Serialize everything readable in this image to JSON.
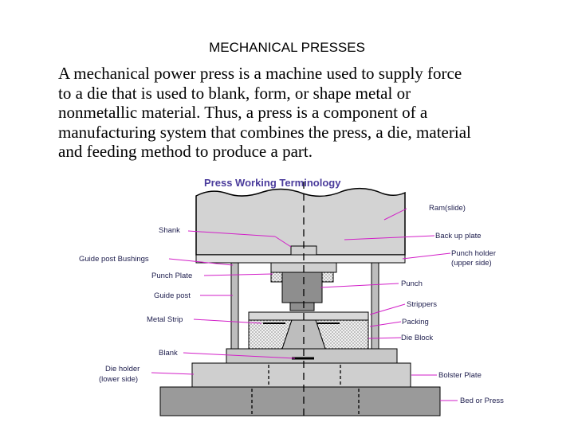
{
  "slide": {
    "heading": "MECHANICAL PRESSES",
    "paragraph_lines": [
      "A mechanical power press is a machine used to supply force",
      "to a die that is used to blank, form, or shape metal or",
      "nonmetallic material.   Thus, a press is a component of a",
      "manufacturing system that combines the press, a die, material",
      "and feeding method to produce a part."
    ]
  },
  "diagram": {
    "title": "Press Working Terminology",
    "labels": {
      "ram": "Ram(slide)",
      "shank": "Shank",
      "back_up_plate": "Back up plate",
      "guide_post_bushings": "Guide post Bushings",
      "punch_holder_line1": "Punch holder",
      "punch_holder_line2": "(upper side)",
      "punch_plate": "Punch Plate",
      "punch": "Punch",
      "guide_post": "Guide post",
      "strippers": "Strippers",
      "metal_strip": "Metal Strip",
      "packing": "Packing",
      "die_block": "Die Block",
      "blank": "Blank",
      "die_holder_line1": "Die holder",
      "die_holder_line2": "(lower side)",
      "bolster_plate": "Bolster Plate",
      "bed_or_press": "Bed or Press"
    },
    "colors": {
      "title": "#4b3c9c",
      "leader_line": "#d21ec8",
      "label_text": "#1d1d4d",
      "outline": "#000000",
      "ram_fill": "#d3d3d3",
      "bolster_fill": "#cfcfcf",
      "bed_fill": "#9a9a9a"
    }
  }
}
